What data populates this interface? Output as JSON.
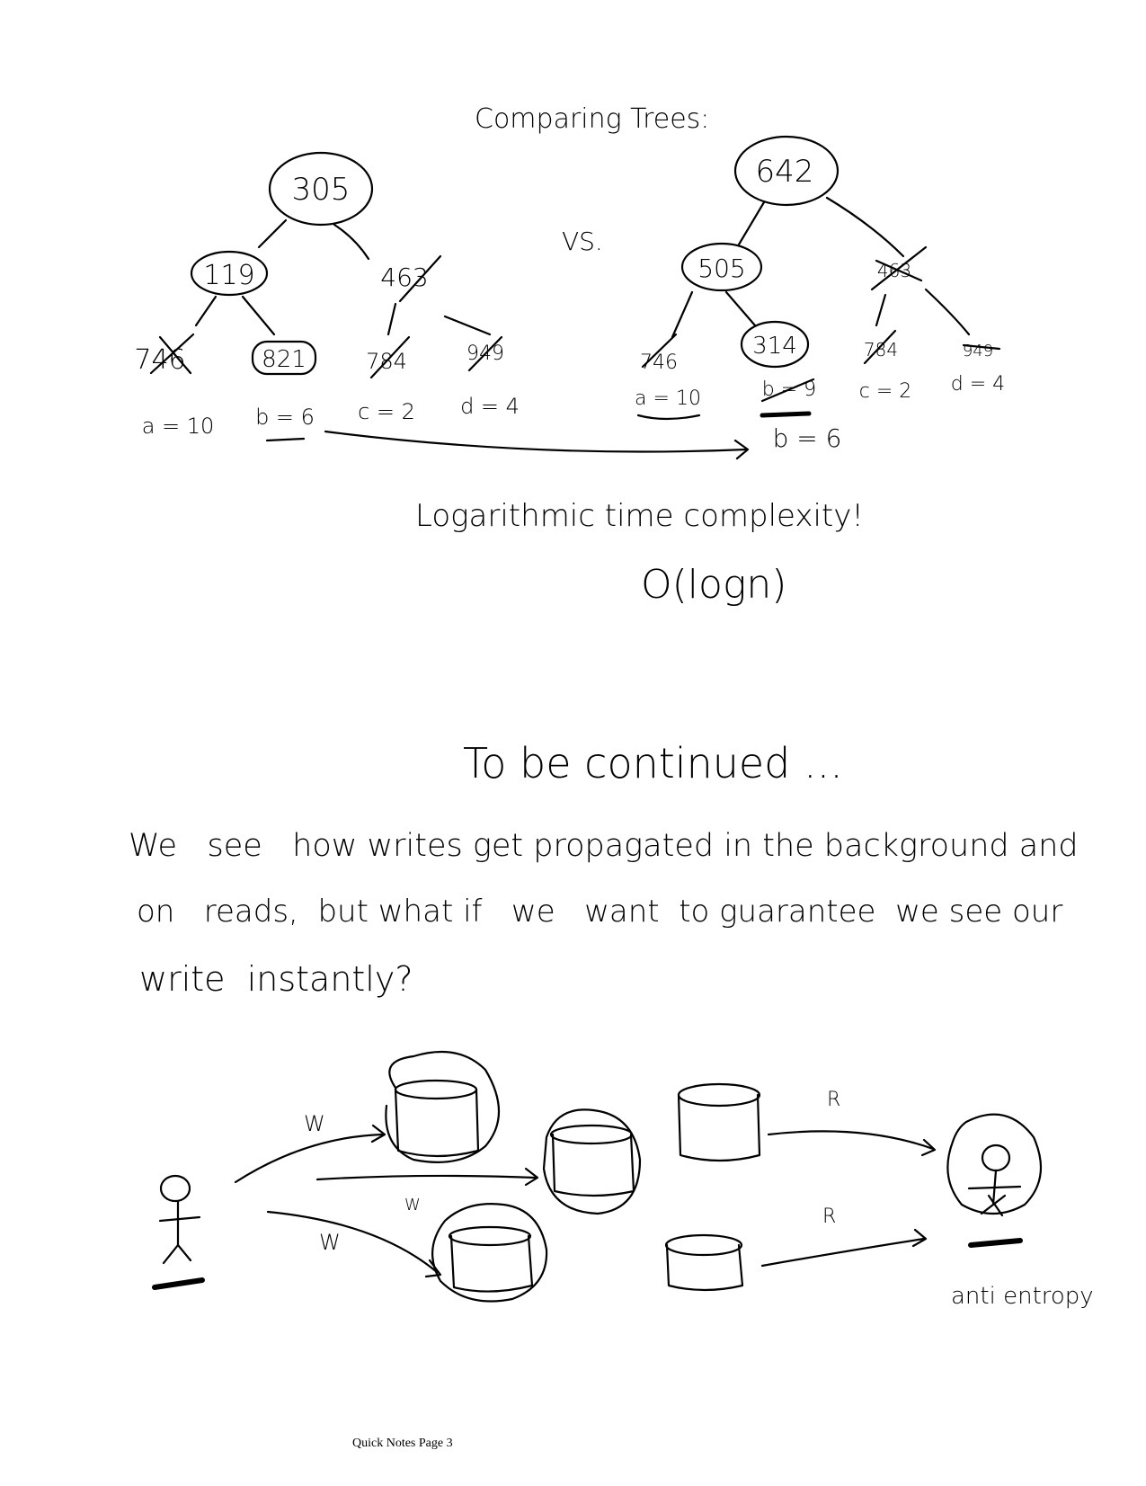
{
  "header": {
    "title": "Comparing Trees:"
  },
  "left_tree": {
    "root": "305",
    "left_child": "119",
    "right_child": "463",
    "leaves": [
      "746",
      "821",
      "784",
      "949"
    ],
    "kv": [
      "a = 10",
      "b = 6",
      "c = 2",
      "d = 4"
    ]
  },
  "versus": "VS.",
  "right_tree": {
    "root": "642",
    "left_child": "505",
    "right_child": "463",
    "leaves": [
      "746",
      "314",
      "784",
      "949"
    ],
    "kv": [
      "a = 10",
      "b = 9",
      "c = 2",
      "d = 4"
    ],
    "updated_kv": "b = 6"
  },
  "complexity": {
    "caption": "Logarithmic time complexity!",
    "big_o": "O(logn)"
  },
  "continued": "To be continued ...",
  "paragraph": {
    "line1": "We   see   how writes get propagated in the background and",
    "line2": "on   reads,  but what if   we   want  to guarantee  we see our",
    "line3": "write  instantly?"
  },
  "diagram": {
    "write_labels": [
      "W",
      "W",
      "W"
    ],
    "read_labels": [
      "R",
      "R"
    ],
    "caption": "anti entropy"
  },
  "footer": {
    "text": "Quick Notes Page 3"
  }
}
